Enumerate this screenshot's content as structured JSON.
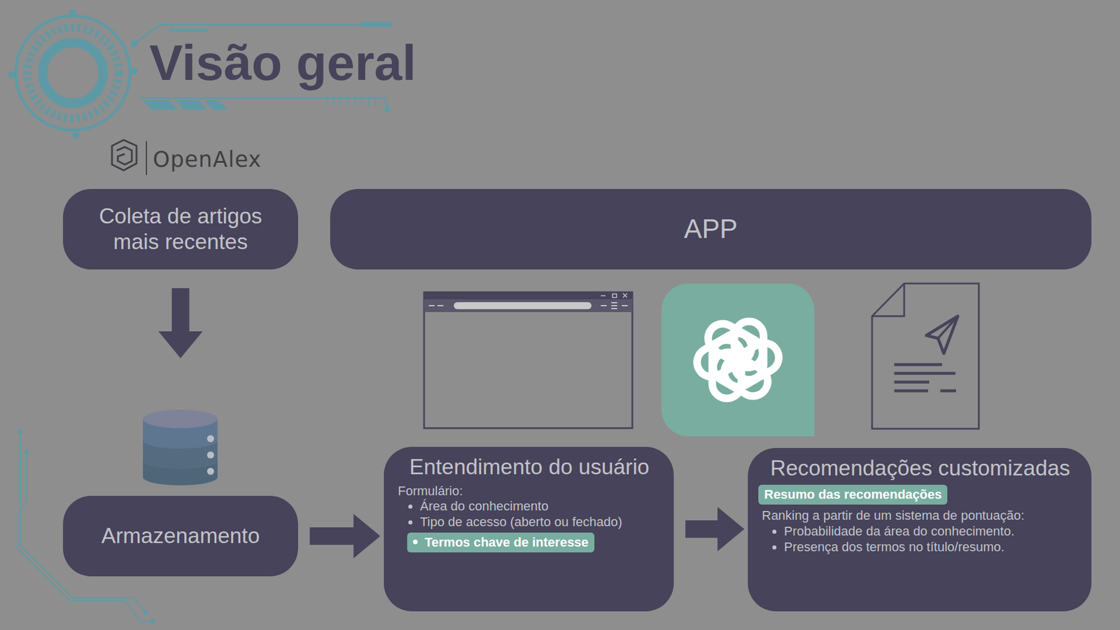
{
  "diagram": {
    "title": "Visão geral",
    "nodes": [
      {
        "text": [
          "Coleta de artigos mais recentes"
        ]
      },
      {
        "text": [
          "APP"
        ]
      },
      {
        "text": [
          "Armazenamento"
        ]
      },
      {
        "text": [
          "Entendimento do usuário",
          "Formulário:",
          "Área do conhecimento",
          "Tipo de acesso (aberto ou fechado)",
          "Termos chave de interesse"
        ]
      },
      {
        "text": [
          "Recomendações customizadas",
          "Resumo das recomendações",
          "Ranking a partir de um sistema de pontuação:",
          "Probabilidade da área do conhecimento.",
          "Presença dos termos no título/resumo."
        ]
      }
    ],
    "edges": [
      {
        "from": 0,
        "to": 2,
        "arrow": "to"
      },
      {
        "from": 2,
        "to": 3,
        "arrow": "to"
      },
      {
        "from": 3,
        "to": 4,
        "arrow": "to"
      }
    ],
    "labels": [
      "OpenAlex"
    ]
  }
}
